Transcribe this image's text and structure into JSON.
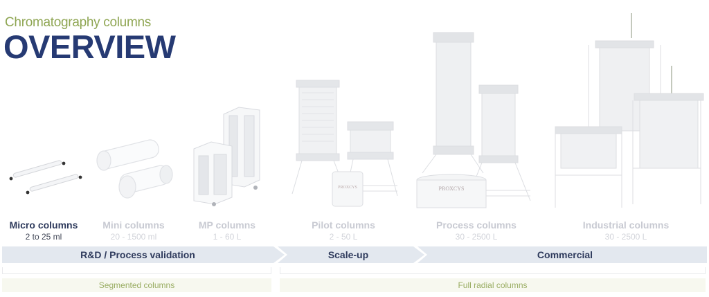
{
  "header": {
    "subtitle": "Chromatography columns",
    "title": "OVERVIEW"
  },
  "colors": {
    "subtitle": "#8fa653",
    "title": "#263a73",
    "phase_bar": "#e3e8ef",
    "phase_text": "#2e3a5c",
    "type_box_bg": "#f7f8ef",
    "type_box_text": "#9aad63"
  },
  "products": [
    {
      "name": "Micro columns",
      "range": "2 to 25 ml",
      "state": "active",
      "image": "micro-columns-image"
    },
    {
      "name": "Mini columns",
      "range": "20 - 1500 ml",
      "state": "faded",
      "image": "mini-columns-image"
    },
    {
      "name": "MP columns",
      "range": "1 - 60 L",
      "state": "faded",
      "image": "mp-columns-image"
    },
    {
      "name": "Pilot columns",
      "range": "2 - 50 L",
      "state": "faded",
      "image": "pilot-columns-image"
    },
    {
      "name": "Process columns",
      "range": "30 - 2500 L",
      "state": "faded",
      "image": "process-columns-image"
    },
    {
      "name": "Industrial columns",
      "range": "30 - 2500 L",
      "state": "faded",
      "image": "industrial-columns-image"
    }
  ],
  "phases": [
    {
      "label": "R&D / Process validation"
    },
    {
      "label": "Scale-up"
    },
    {
      "label": "Commercial"
    }
  ],
  "column_types": [
    {
      "label": "Segmented columns"
    },
    {
      "label": "Full radial columns"
    }
  ],
  "brand_mark": "PROXCYS"
}
